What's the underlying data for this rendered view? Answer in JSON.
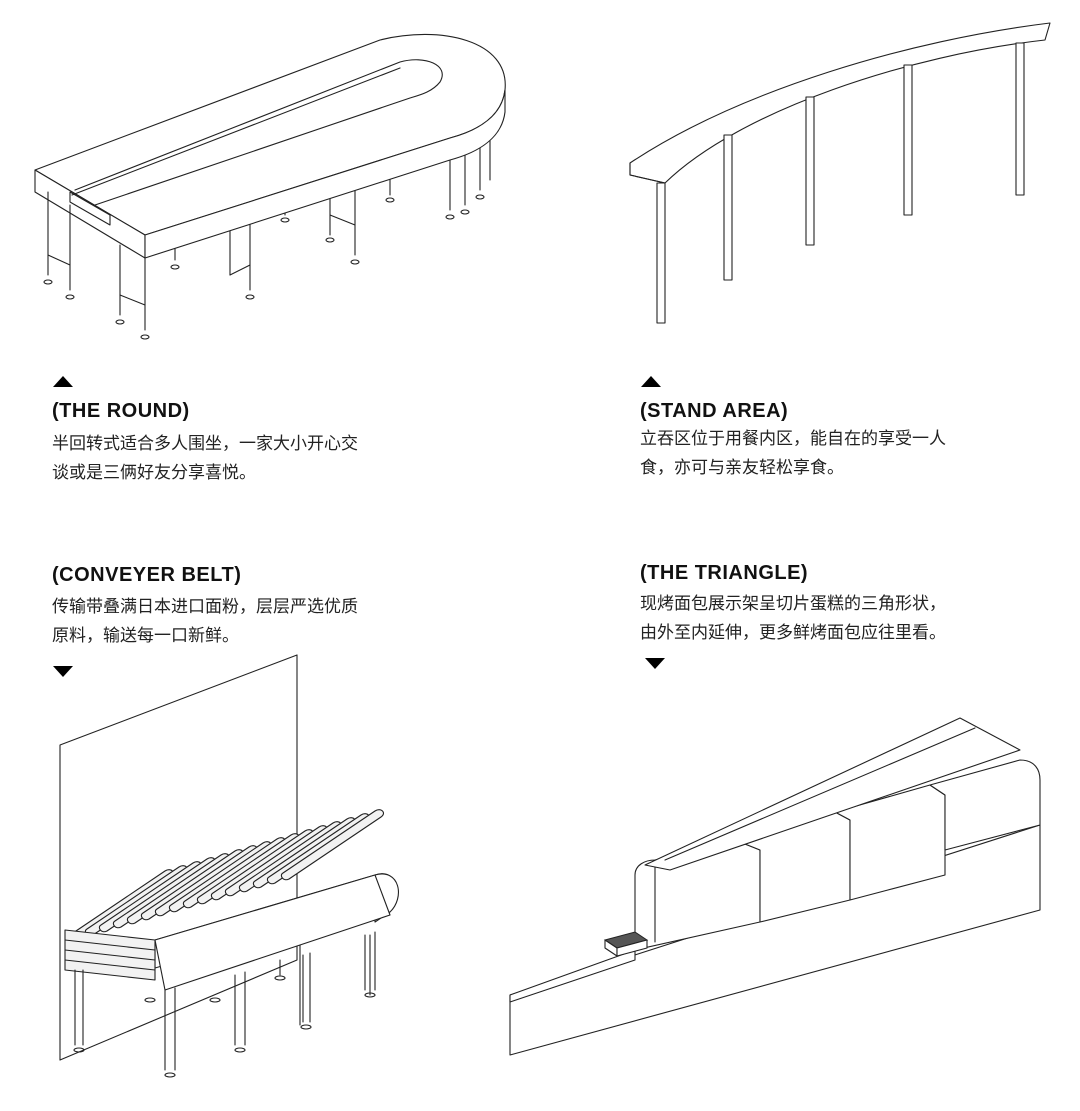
{
  "sections": [
    {
      "id": "round",
      "title": "(THE ROUND)",
      "lines": [
        "半回转式适合多人围坐，一家大小开心交",
        "谈或是三俩好友分享喜悦。"
      ]
    },
    {
      "id": "stand",
      "title": "(STAND AREA)",
      "lines": [
        "立吞区位于用餐内区，能自在的享受一人",
        "食，亦可与亲友轻松享食。"
      ]
    },
    {
      "id": "conveyor",
      "title": "(CONVEYER BELT)",
      "lines": [
        "传输带叠满日本进口面粉，层层严选优质",
        "原料，输送每一口新鲜。"
      ]
    },
    {
      "id": "triangle",
      "title": "(THE TRIANGLE)",
      "lines": [
        "现烤面包展示架呈切片蛋糕的三角形状，",
        "由外至内延伸，更多鲜烤面包应往里看。"
      ]
    }
  ],
  "icons": {
    "up": "triangle-up-icon",
    "down": "triangle-down-icon"
  },
  "colors": {
    "text": "#111111",
    "line": "#222222",
    "background": "#ffffff"
  }
}
